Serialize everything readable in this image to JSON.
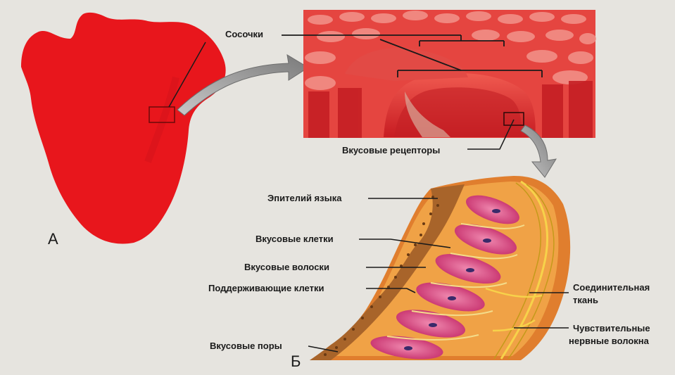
{
  "figure": {
    "panel_a": "А",
    "panel_b": "Б"
  },
  "labels": {
    "papillae": "Сосочки",
    "taste_receptors": "Вкусовые рецепторы",
    "tongue_epithelium": "Эпителий языка",
    "taste_cells": "Вкусовые клетки",
    "taste_hairs": "Вкусовые волоски",
    "supporting_cells": "Поддерживающие клетки",
    "taste_pores": "Вкусовые поры",
    "connective_tissue_1": "Соединительная",
    "connective_tissue_2": "ткань",
    "sensory_fibers_1": "Чувствительные",
    "sensory_fibers_2": "нервные волокна"
  },
  "colors": {
    "background": "#e6e4df",
    "tongue": "#e8161c",
    "papilla": "#d42a2a",
    "cell_pink": "#d9347a",
    "connective": "#e88a2e",
    "nerve": "#f2d04a",
    "arrow": "#8e8e8e"
  }
}
